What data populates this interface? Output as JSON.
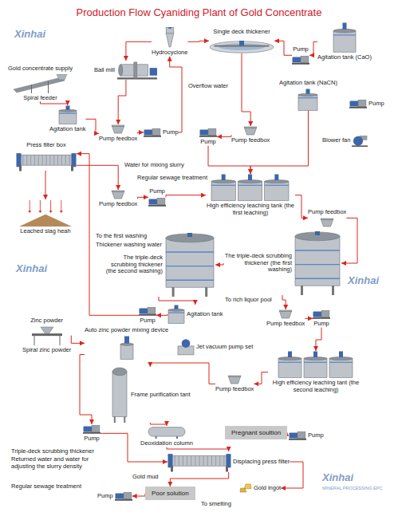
{
  "diagram": {
    "title": "Production Flow Cyaniding Plant of Gold Concentrate",
    "nodes": [
      {
        "text": [
          "Gold concentrate supply",
          "Spiral feeder"
        ]
      },
      {
        "text": [
          "Agitation tank"
        ]
      },
      {
        "text": [
          "Pump feedbox"
        ]
      },
      {
        "text": [
          "Pump"
        ]
      },
      {
        "text": [
          "Ball mill"
        ]
      },
      {
        "text": [
          "Hydrocyclone"
        ]
      },
      {
        "text": [
          "Single deck thickener"
        ]
      },
      {
        "text": [
          "Pump"
        ]
      },
      {
        "text": [
          "Agitation tank (CaO)"
        ]
      },
      {
        "text": [
          "Agitation tank (NaCN)"
        ]
      },
      {
        "text": [
          "Pump"
        ]
      },
      {
        "text": [
          "Blower fan"
        ]
      },
      {
        "text": [
          "Pump"
        ]
      },
      {
        "text": [
          "Pump feedbox"
        ]
      },
      {
        "text": [
          "Press filter box"
        ]
      },
      {
        "text": [
          "Pump feedbox"
        ]
      },
      {
        "text": [
          "Pump"
        ]
      },
      {
        "text": [
          "High efficiency leaching tank (the first leaching)"
        ]
      },
      {
        "text": [
          "Pump feedbox"
        ]
      },
      {
        "text": [
          "Leached slag heah"
        ]
      },
      {
        "text": [
          "The triple-deck scrubbing thickener (the second washing)"
        ]
      },
      {
        "text": [
          "The triple-deck scrubbing thickener (the first washing)"
        ]
      },
      {
        "text": [
          "Pump"
        ]
      },
      {
        "text": [
          "Agitation tank"
        ]
      },
      {
        "text": [
          "Pump feedbox"
        ]
      },
      {
        "text": [
          "Pump"
        ]
      },
      {
        "text": [
          "Zinc powder",
          "Spiral zinc powder"
        ]
      },
      {
        "text": [
          "Auto zinc powder mixing device"
        ]
      },
      {
        "text": [
          "Jet vacuum pump set"
        ]
      },
      {
        "text": [
          "Frame purification tant"
        ]
      },
      {
        "text": [
          "Deoxidation column"
        ]
      },
      {
        "text": [
          "Pump"
        ]
      },
      {
        "text": [
          "Pump feedbox"
        ]
      },
      {
        "text": [
          "High efficiency leaching tant (the second leaching)"
        ]
      },
      {
        "text": [
          "Pregnant soultion"
        ]
      },
      {
        "text": [
          "Pump"
        ]
      },
      {
        "text": [
          "Displacing press filter"
        ]
      },
      {
        "text": [
          "Gold ingot"
        ]
      },
      {
        "text": [
          "Poor solution"
        ]
      },
      {
        "text": [
          "Pump"
        ]
      }
    ],
    "edges": [
      {
        "from": 0,
        "to": 1,
        "arrow": "to"
      },
      {
        "from": 1,
        "to": 2,
        "arrow": "to"
      },
      {
        "from": 2,
        "to": 3,
        "arrow": "to"
      },
      {
        "from": 3,
        "to": 5,
        "arrow": "to"
      },
      {
        "from": 5,
        "to": 4,
        "arrow": "to"
      },
      {
        "from": 4,
        "to": 2,
        "arrow": "to"
      },
      {
        "from": 5,
        "to": 6,
        "arrow": "to"
      },
      {
        "from": 8,
        "to": 7,
        "arrow": "to"
      },
      {
        "from": 7,
        "to": 6,
        "arrow": "to"
      },
      {
        "from": 6,
        "to": 13,
        "arrow": "to"
      },
      {
        "from": 13,
        "to": 12,
        "arrow": "to"
      },
      {
        "from": 12,
        "to": 17,
        "arrow": "to"
      },
      {
        "from": 9,
        "to": 17,
        "arrow": "to"
      },
      {
        "from": 14,
        "to": 19,
        "arrow": "to"
      },
      {
        "from": 14,
        "to": 15,
        "arrow": "to"
      },
      {
        "from": 15,
        "to": 16,
        "arrow": "to"
      },
      {
        "from": 16,
        "to": 17,
        "arrow": "to"
      },
      {
        "from": 17,
        "to": 18,
        "arrow": "to"
      },
      {
        "from": 18,
        "to": 21,
        "arrow": "to"
      },
      {
        "from": 21,
        "to": 20,
        "arrow": "to"
      },
      {
        "from": 21,
        "to": 24,
        "arrow": "to"
      },
      {
        "from": 24,
        "to": 25,
        "arrow": "to"
      },
      {
        "from": 25,
        "to": 33,
        "arrow": "to"
      },
      {
        "from": 20,
        "to": 23,
        "arrow": "to"
      },
      {
        "from": 23,
        "to": 22,
        "arrow": "to"
      },
      {
        "from": 22,
        "to": 14,
        "arrow": "to"
      },
      {
        "from": 26,
        "to": 27,
        "arrow": "to"
      },
      {
        "from": 27,
        "to": 31,
        "arrow": "to"
      },
      {
        "from": 33,
        "to": 32,
        "arrow": "to"
      },
      {
        "from": 32,
        "to": 29,
        "arrow": "to"
      },
      {
        "from": 29,
        "to": 30,
        "arrow": "to"
      },
      {
        "from": 31,
        "to": 36,
        "arrow": "to"
      },
      {
        "from": 30,
        "to": 36,
        "arrow": "to"
      },
      {
        "from": 36,
        "to": 38,
        "arrow": "to"
      },
      {
        "from": 36,
        "to": 37,
        "arrow": "to"
      },
      {
        "from": 38,
        "to": 39,
        "arrow": "to"
      },
      {
        "from": 34,
        "to": 35,
        "arrow": "to"
      }
    ],
    "labels": [
      "Overflow water",
      "Water for mixing slurry",
      "Regular sewage treatment",
      "To the first washing",
      "Thickener washing water",
      "To rich liquor pool",
      "Gold mud",
      "Triple-deck scrubbing thickener",
      "Returned water and water for adjusting the slurry density",
      "Regular sewage treatment",
      "To smelting",
      "Xinhai",
      "Xinhai",
      "Xinhai",
      "Xinhai",
      "MINERAL PROCESSING EPC"
    ]
  }
}
